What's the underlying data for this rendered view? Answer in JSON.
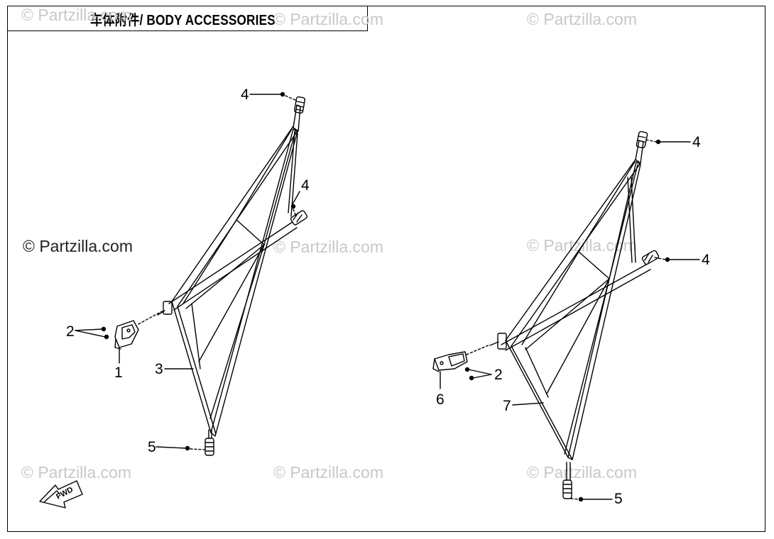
{
  "title": "车体附件/ BODY ACCESSORIES",
  "watermark": "© Partzilla.com",
  "fwd_label": "FWD",
  "callouts": {
    "left_top_4": "4",
    "left_mid_4": "4",
    "left_2": "2",
    "left_1": "1",
    "left_3": "3",
    "left_5": "5",
    "right_top_4": "4",
    "right_mid_4": "4",
    "right_2": "2",
    "right_6": "6",
    "right_7": "7",
    "right_5": "5"
  }
}
